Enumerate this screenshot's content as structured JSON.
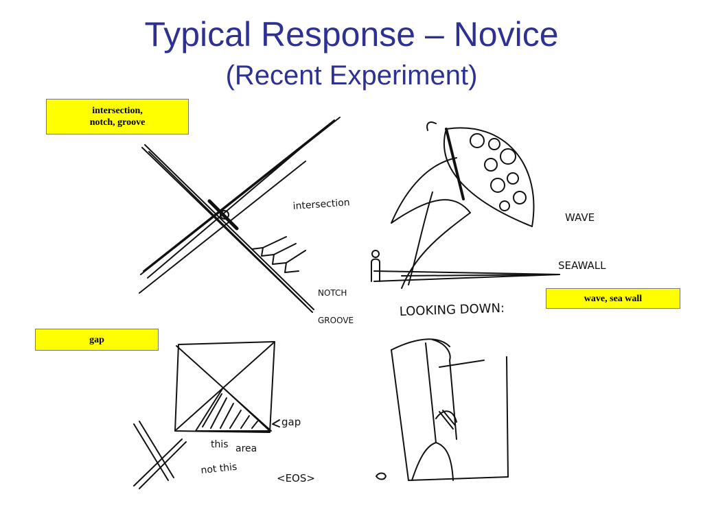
{
  "slide": {
    "title": "Typical Response – Novice",
    "subtitle": "(Recent Experiment)"
  },
  "labels": {
    "intersection": "intersection,\nnotch, groove",
    "wave": "wave, sea wall",
    "gap": "gap"
  },
  "sketch_notes": {
    "intersection": "intersection",
    "notch": "NOTCH",
    "groove": "GROOVE",
    "wave": "WAVE",
    "seawall": "SEAWALL",
    "looking_down": "LOOKING DOWN:",
    "gap": "gap",
    "this": "this",
    "area": "area",
    "not_this": "not this",
    "eos": "<EOS>"
  },
  "colors": {
    "title": "#2e3192",
    "label_bg": "#ffff00"
  }
}
